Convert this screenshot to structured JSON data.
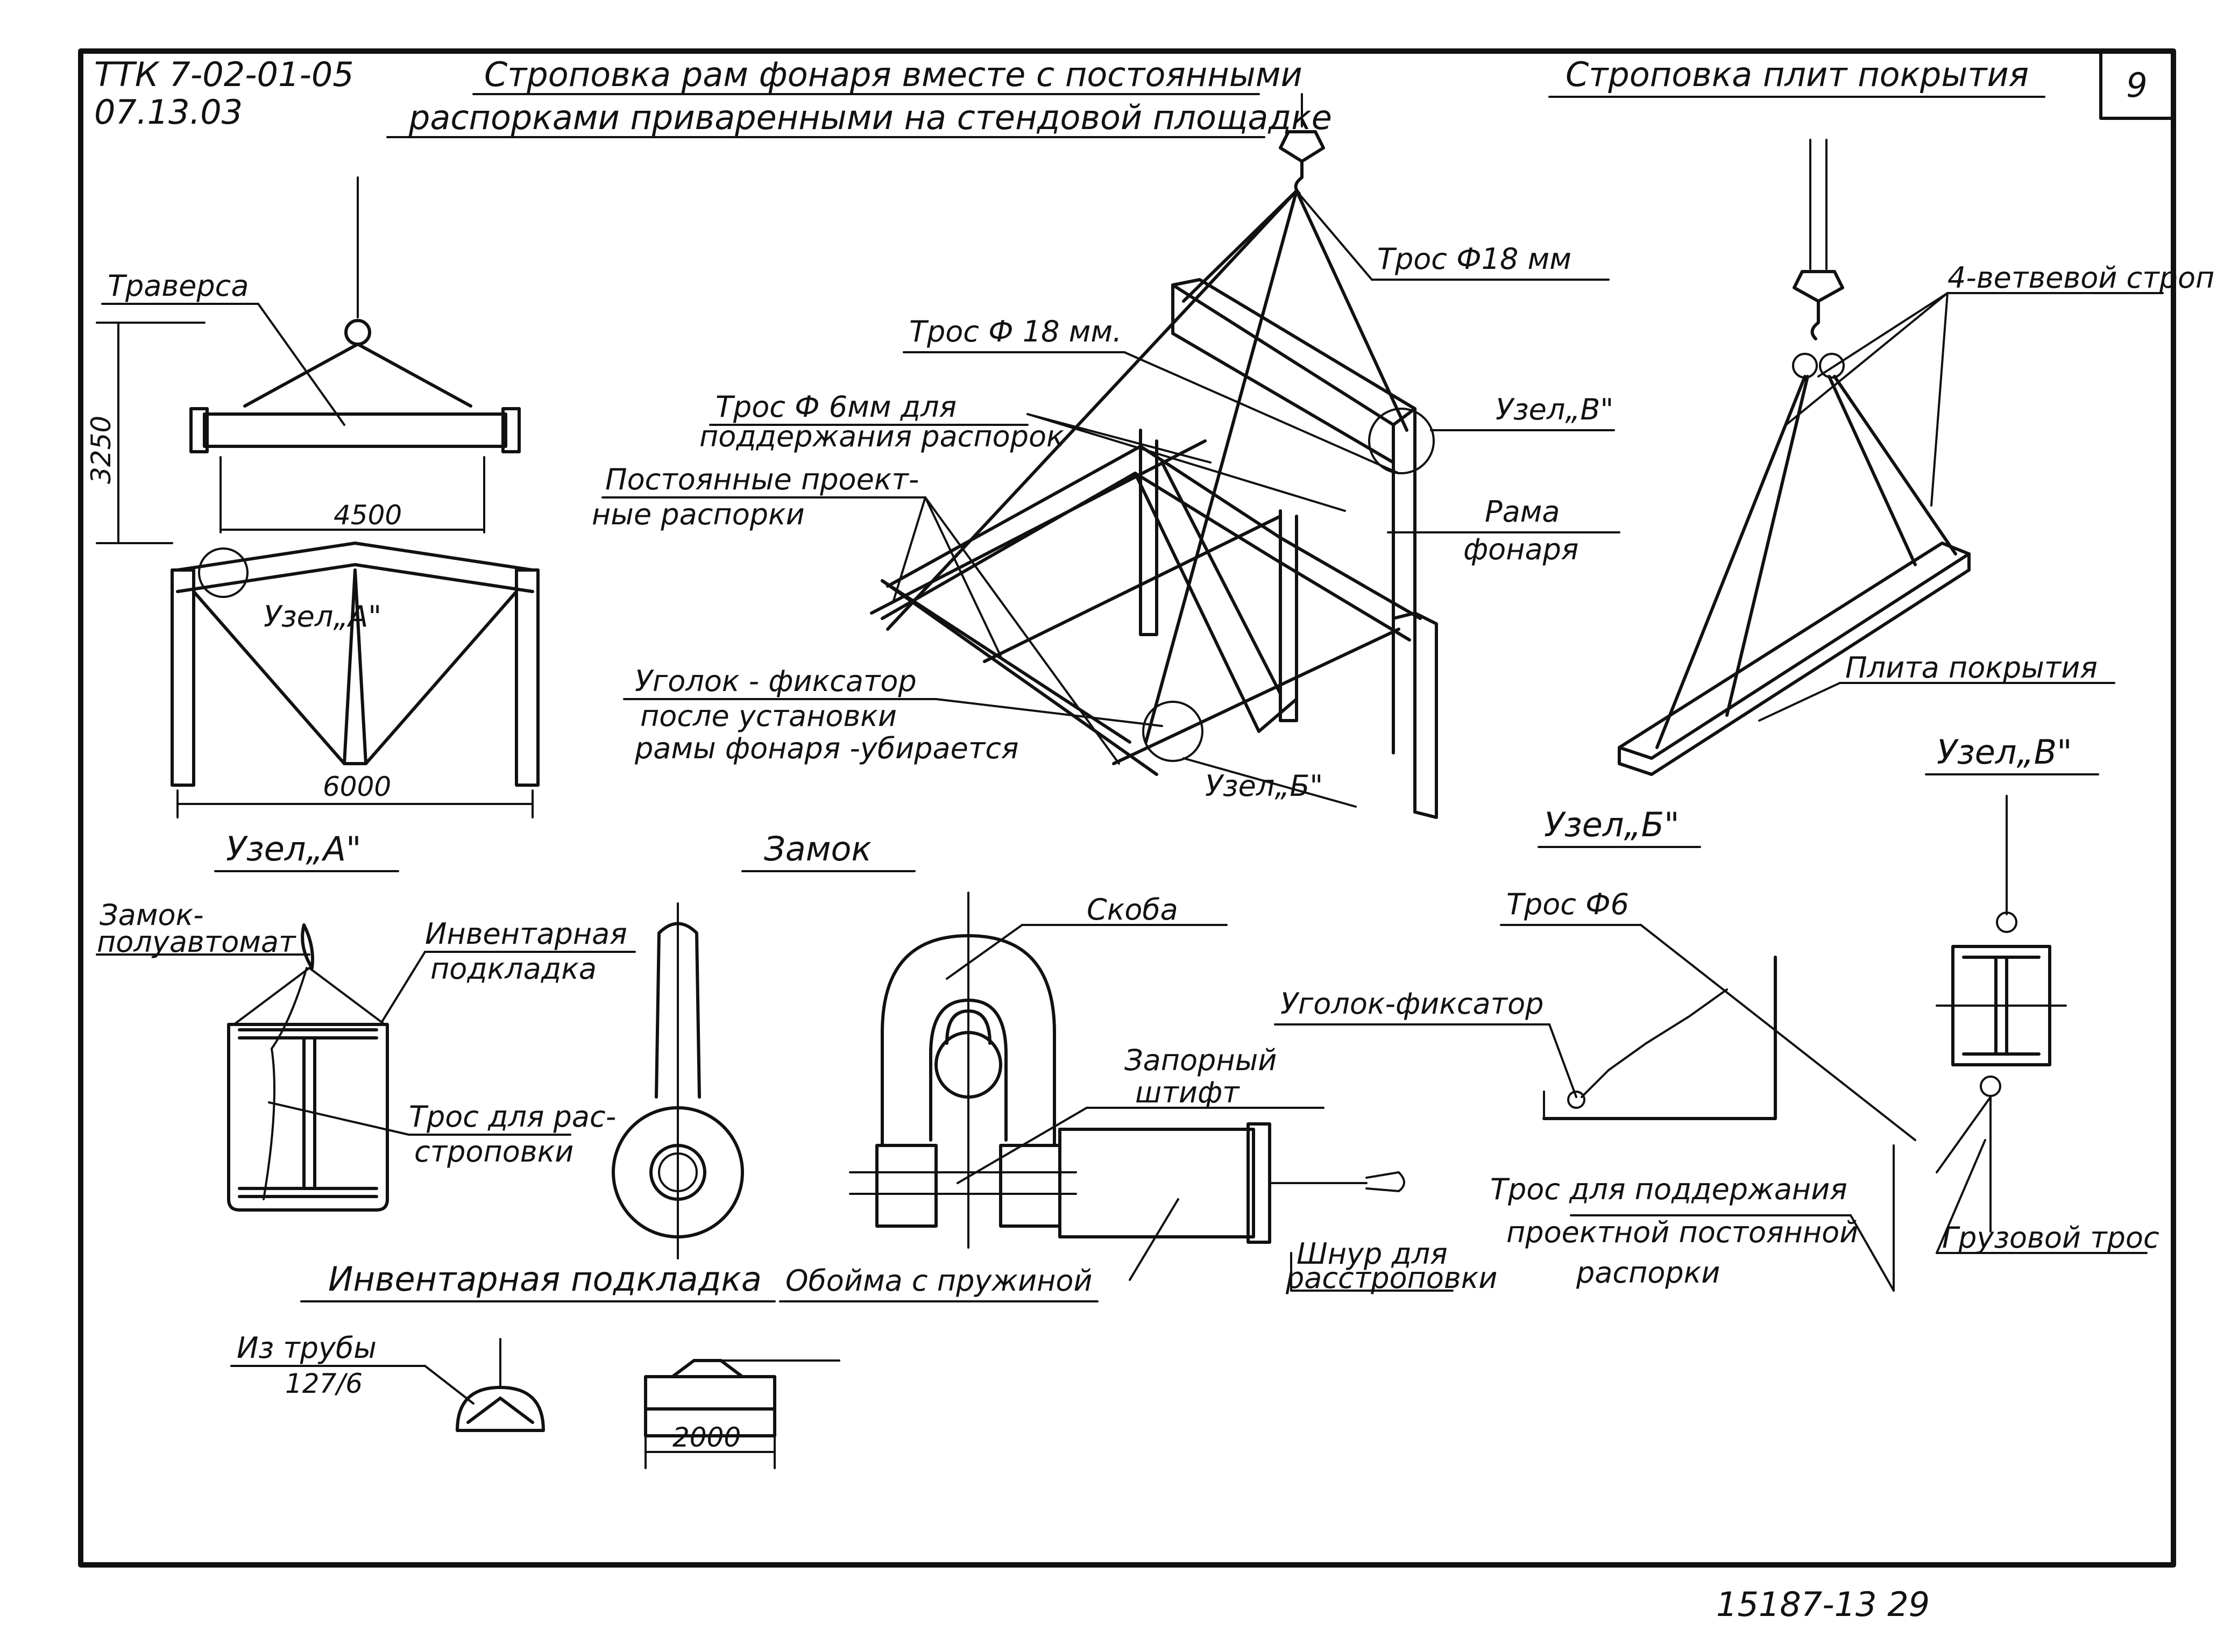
{
  "sheet": {
    "doc_code": "ТТК 7-02-01-05",
    "doc_date": "07.13.03",
    "sheet_number": "9",
    "footer_code": "15187-13   29"
  },
  "titles": {
    "lantern_line1": "Строповка рам фонаря вместе с постоянными",
    "lantern_line2": "распорками приваренными на стендовой площадке",
    "slabs": "Строповка плит покрытия"
  },
  "frame_view": {
    "traverse": "Траверса",
    "dim_height": "3250",
    "dim_span_top": "4500",
    "dim_span_bottom": "6000",
    "node_a": "Узел„А\""
  },
  "lantern_view": {
    "cable_18_a": "Трос Ф18 мм",
    "cable_18_b": "Трос Ф 18 мм.",
    "cable_6_line1": "Трос Ф 6мм для",
    "cable_6_line2": "поддержания распорок",
    "permanent_line1": "Постоянные проект-",
    "permanent_line2": "ные распорки",
    "node_v": "Узел„В\"",
    "frame_line1": "Рама",
    "frame_line2": "фонаря",
    "fixer_line1": "Уголок - фиксатор",
    "fixer_line2": "после установки",
    "fixer_line3": "рамы фонаря -убирается",
    "node_b": "Узел„Б\""
  },
  "slab_view": {
    "four_leg_sling": "4-ветвевой строп",
    "slab": "Плита покрытия"
  },
  "node_a_detail": {
    "title": "Узел„А\"",
    "lock": "Замок-",
    "lock2": "полуавтомат",
    "pad": "Инвентарная",
    "pad2": "подкладка",
    "cable": "Трос для рас-",
    "cable2": "строповки"
  },
  "lock_detail": {
    "title": "Замок",
    "shackle": "Скоба",
    "pin": "Запорный",
    "pin2": "штифт",
    "cord": "Шнур для",
    "cord2": "расстроповки",
    "pad_caption": "Инвентарная подкладка",
    "spring_caption": "Обойма с пружиной",
    "pipe": "Из трубы",
    "pipe_size": "127/6",
    "pad_dim": "2000"
  },
  "node_b_detail": {
    "title": "Узел„Б\"",
    "cable6": "Трос Ф6",
    "fixer": "Уголок-фиксатор",
    "support_line1": "Трос для поддержания",
    "support_line2": "проектной постоянной",
    "support_line3": "распорки"
  },
  "node_v_detail": {
    "title": "Узел„В\"",
    "load_cable": "Грузовой трос"
  }
}
